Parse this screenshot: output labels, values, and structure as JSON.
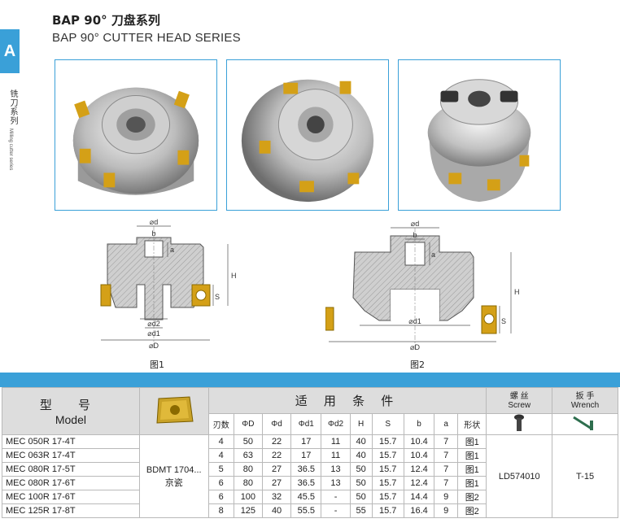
{
  "side_tab": {
    "letter": "A",
    "label_cn": "铣刀系列",
    "label_en": "Milling cutter series"
  },
  "title": {
    "cn": "BAP 90° 刀盘系列",
    "en": "BAP 90° CUTTER HEAD SERIES"
  },
  "photos": [
    {
      "name": "cutter-head-front-view"
    },
    {
      "name": "cutter-head-angled-view"
    },
    {
      "name": "cutter-head-top-view"
    }
  ],
  "figures": {
    "fig1": {
      "label": "图1",
      "dims": {
        "d": "⌀d",
        "b": "b",
        "a": "a",
        "H": "H",
        "S": "S",
        "d2": "⌀d2",
        "d1": "⌀d1",
        "D": "⌀D"
      }
    },
    "fig2": {
      "label": "图2",
      "dims": {
        "d": "⌀d",
        "b": "b",
        "a": "a",
        "H": "H",
        "S": "S",
        "d1": "⌀d1",
        "D": "⌀D"
      }
    }
  },
  "table": {
    "model_cn": "型 号",
    "model_en": "Model",
    "conditions_title": "适 用 条 件",
    "screw_cn": "螺 丝",
    "screw_en": "Screw",
    "wrench_cn": "扳 手",
    "wrench_en": "Wrench",
    "columns": [
      "刃数",
      "ΦD",
      "Φd",
      "Φd1",
      "Φd2",
      "H",
      "S",
      "b",
      "a",
      "形状"
    ],
    "insert": "BDMT 1704...",
    "insert_cn": "京瓷",
    "screw_value": "LD574010",
    "wrench_value": "T-15",
    "rows": [
      [
        "MEC 050R 17-4T",
        "4",
        "50",
        "22",
        "17",
        "11",
        "40",
        "15.7",
        "10.4",
        "7",
        "图1"
      ],
      [
        "MEC 063R 17-4T",
        "4",
        "63",
        "22",
        "17",
        "11",
        "40",
        "15.7",
        "10.4",
        "7",
        "图1"
      ],
      [
        "MEC 080R 17-5T",
        "5",
        "80",
        "27",
        "36.5",
        "13",
        "50",
        "15.7",
        "12.4",
        "7",
        "图1"
      ],
      [
        "MEC 080R 17-6T",
        "6",
        "80",
        "27",
        "36.5",
        "13",
        "50",
        "15.7",
        "12.4",
        "7",
        "图1"
      ],
      [
        "MEC 100R 17-6T",
        "6",
        "100",
        "32",
        "45.5",
        "-",
        "50",
        "15.7",
        "14.4",
        "9",
        "图2"
      ],
      [
        "MEC 125R 17-8T",
        "8",
        "125",
        "40",
        "55.5",
        "-",
        "55",
        "15.7",
        "16.4",
        "9",
        "图2"
      ]
    ]
  },
  "colors": {
    "accent": "#3aa0d8",
    "insert_gold": "#d4a017",
    "steel": "#b8b8b8"
  }
}
